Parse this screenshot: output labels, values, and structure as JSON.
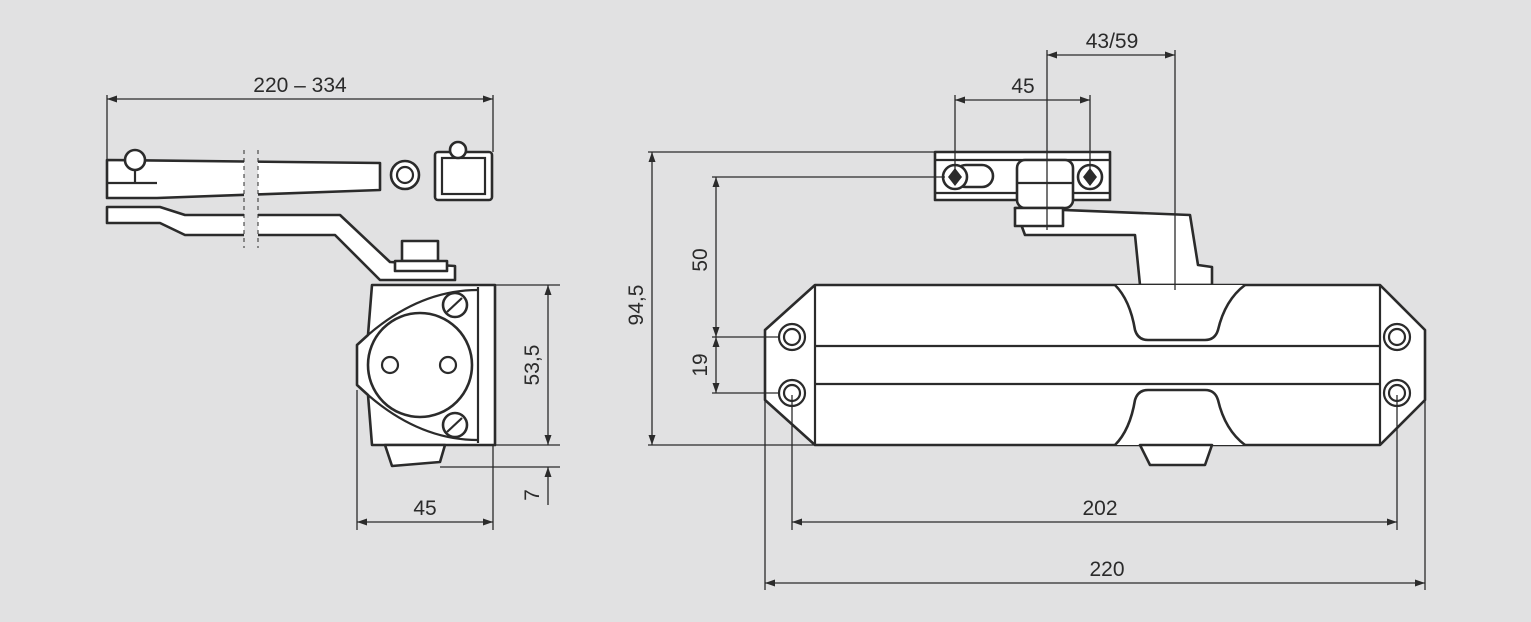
{
  "title": "Door closer dimension drawing",
  "colors": {
    "background": "#e1e1e2",
    "line": "#2b2b2b",
    "fill": "#ffffff"
  },
  "side_view": {
    "arm_length_label": "220 – 334",
    "height_label": "53,5",
    "foot_label": "7",
    "depth_label": "45"
  },
  "front_view": {
    "bracket_width_label": "45",
    "bracket_offset_label": "43/59",
    "total_height_label": "94,5",
    "arm_height_label": "50",
    "hole_spacing_vertical_label": "19",
    "hole_spacing_horizontal_label": "202",
    "total_length_label": "220"
  }
}
